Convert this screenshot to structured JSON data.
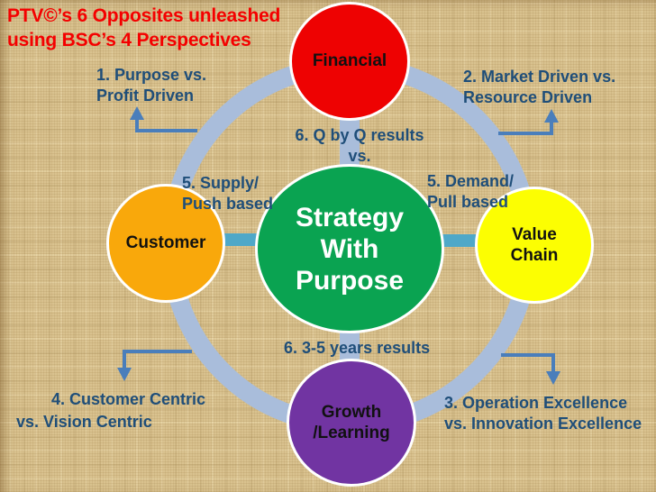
{
  "slide": {
    "title_line1": "PTV©’s 6 Opposites unleashed",
    "title_line2": "using BSC’s 4 Perspectives"
  },
  "center_circle": {
    "line1": "Strategy",
    "line2": "With",
    "line3": "Purpose"
  },
  "perspectives": {
    "financial": {
      "label": "Financial"
    },
    "customer": {
      "label": "Customer"
    },
    "value_chain": {
      "line1": "Value",
      "line2": "Chain"
    },
    "growth": {
      "line1": "Growth",
      "line2": "/Learning"
    }
  },
  "opposites": {
    "o1": {
      "line1": "1. Purpose vs.",
      "line2": "Profit Driven"
    },
    "o2": {
      "line1": "2. Market Driven vs.",
      "line2": "Resource Driven"
    },
    "o3": {
      "line1": "3. Operation Excellence",
      "line2": "vs. Innovation Excellence"
    },
    "o4": {
      "line1": "4. Customer Centric",
      "line2": "vs. Vision Centric"
    },
    "o5_left": {
      "line1": "5. Supply/",
      "line2": "Push based"
    },
    "o5_right": {
      "line1": "5. Demand/",
      "line2": "Pull based"
    },
    "o6_top": {
      "line1": "6. Q by Q results",
      "line2": "vs."
    },
    "o6_bottom": {
      "line1": "6. 3-5 years results"
    }
  },
  "colors": {
    "title_red": "#f40000",
    "label_blue": "#1f4e79",
    "arrow_blue": "#4a7ebb",
    "ring_blue": "#a9bddb",
    "connector_teal": "#4fa8c8",
    "financial_red": "#ee0202",
    "customer_orange": "#f9a80b",
    "value_chain_yellow": "#fcfe02",
    "growth_purple": "#7134a2",
    "center_green": "#0aa351",
    "background_tan": "#d9c28f"
  }
}
